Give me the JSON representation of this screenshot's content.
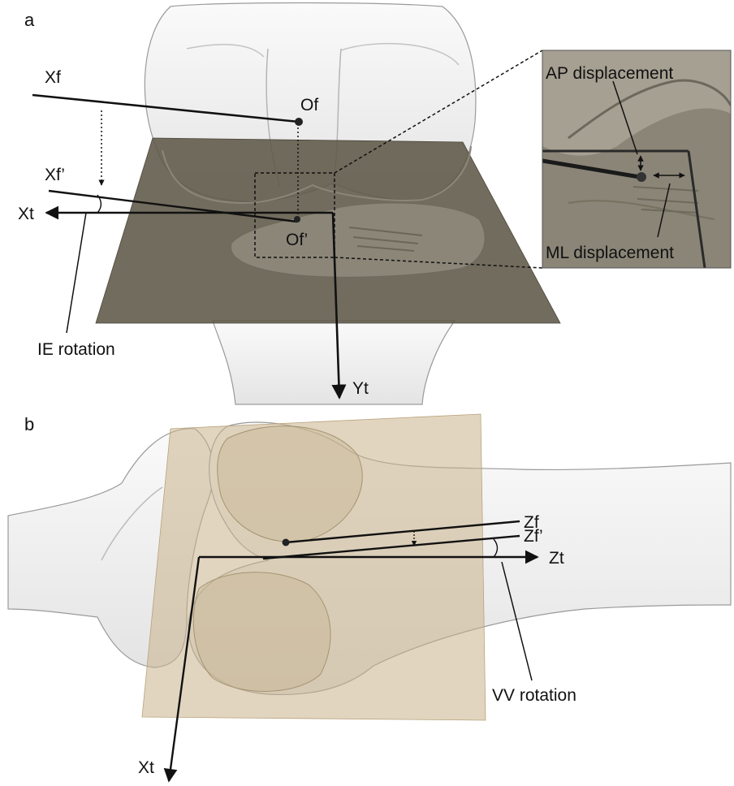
{
  "panel_a": {
    "panel_label": "a",
    "axes": {
      "xf": "Xf",
      "of": "Of",
      "xf_prime": "Xf’",
      "xt": "Xt",
      "of_prime": "Of’",
      "yt": "Yt"
    },
    "rotation_label": "IE rotation",
    "inset": {
      "ap_label": "AP displacement",
      "ml_label": "ML displacement"
    }
  },
  "panel_b": {
    "panel_label": "b",
    "axes": {
      "zf": "Zf",
      "zf_prime": "Zf’",
      "zt": "Zt",
      "xt": "Xt"
    },
    "rotation_label": "VV rotation"
  },
  "colors": {
    "bone_fill": "#f2f2f2",
    "bone_stroke": "#8a8a8a",
    "tibial_plane_a": "#5f5848",
    "tibial_plane_b": "#d9c7a6",
    "inset_bg": "#8a8577",
    "axis_line": "#111111"
  }
}
